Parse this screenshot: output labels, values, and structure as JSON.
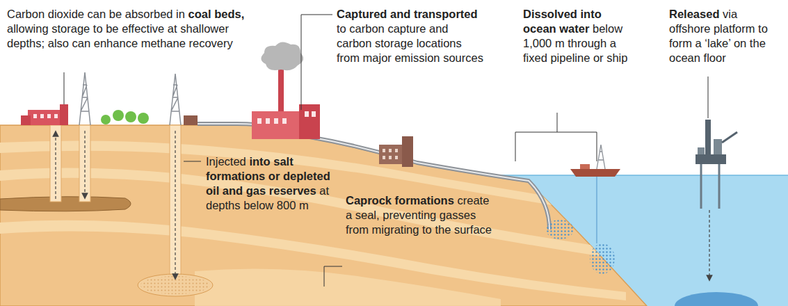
{
  "diagram": {
    "labels": [
      "Carbon dioxide can be absorbed in coal beds, allowing storage to be effective at shallower depths; also can enhance methane recovery",
      "Captured and transported to carbon capture and carbon storage locations from major emission sources",
      "Dissolved into ocean water below 1,000 m through a fixed pipeline or ship",
      "Released via offshore platform to form a ‘lake’ on the ocean floor",
      "Injected into salt formations or depleted oil and gas reserves at depths below 800 m",
      "Caprock formations create a seal, preventing gasses from migrating to the surface"
    ]
  }
}
